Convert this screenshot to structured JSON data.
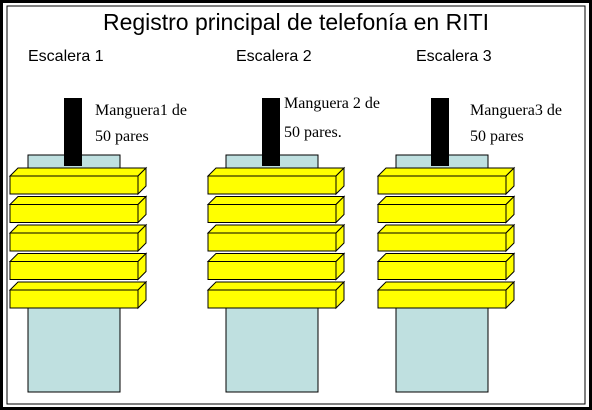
{
  "title": "Registro principal de telefonía en RITI",
  "colors": {
    "border": "#000000",
    "module_fill": "#ffff00",
    "base_fill": "#bfe0e0",
    "cable_fill": "#000000"
  },
  "stairs": [
    {
      "label": "Escalera 1",
      "cable_line1": "Manguera1 de",
      "cable_line2": "50 pares",
      "modules": 5
    },
    {
      "label": "Escalera 2",
      "cable_line1": "Manguera 2 de",
      "cable_line2": "50 pares.",
      "modules": 5
    },
    {
      "label": "Escalera 3",
      "cable_line1": "Manguera3 de",
      "cable_line2": "50 pares",
      "modules": 5
    }
  ]
}
